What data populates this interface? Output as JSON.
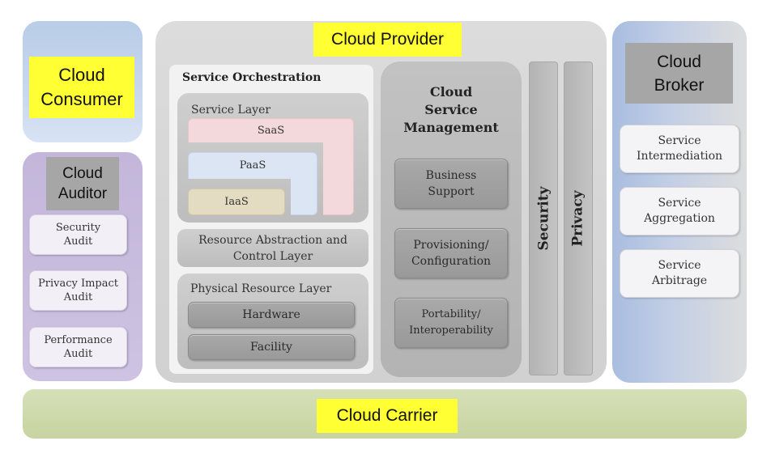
{
  "consumer": {
    "title": "Cloud Consumer"
  },
  "auditor": {
    "title": "Cloud Auditor",
    "items": [
      {
        "label": "Security Audit"
      },
      {
        "label": "Privacy Impact Audit"
      },
      {
        "label": "Performance Audit"
      }
    ]
  },
  "provider": {
    "title": "Cloud Provider",
    "orchestration": {
      "title": "Service Orchestration",
      "service_layer": {
        "title": "Service Layer",
        "saas": "SaaS",
        "paas": "PaaS",
        "iaas": "IaaS"
      },
      "abstraction": "Resource Abstraction and Control Layer",
      "physical": {
        "title": "Physical Resource Layer",
        "hardware": "Hardware",
        "facility": "Facility"
      }
    },
    "management": {
      "title": "Cloud Service Management",
      "items": [
        {
          "label": "Business Support"
        },
        {
          "label": "Provisioning/ Configuration"
        },
        {
          "label": "Portability/ Interoperability"
        }
      ]
    },
    "security": "Security",
    "privacy": "Privacy"
  },
  "broker": {
    "title": "Cloud Broker",
    "items": [
      {
        "label": "Service Intermediation"
      },
      {
        "label": "Service Aggregation"
      },
      {
        "label": "Service Arbitrage"
      }
    ]
  },
  "carrier": {
    "title": "Cloud Carrier"
  }
}
